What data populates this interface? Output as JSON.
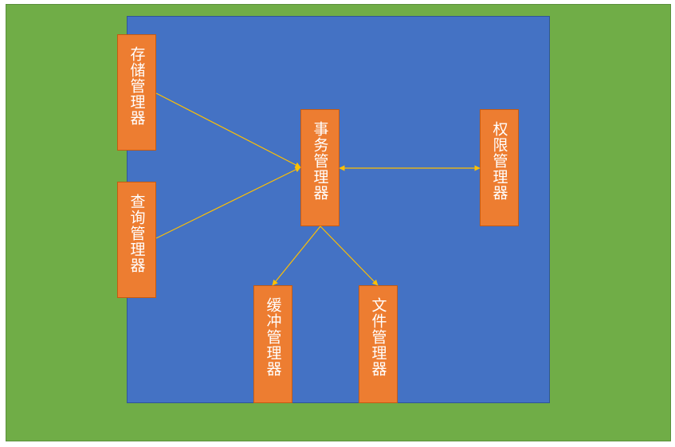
{
  "colors": {
    "outer_background": "#70ad47",
    "inner_background": "#4472c4",
    "box_fill": "#ed7d31",
    "connector": "#ffc000",
    "label_text": "#ffffff"
  },
  "boxes": {
    "storage": "存储管理器",
    "query": "查询管理器",
    "transaction": "事务管理器",
    "permission": "权限管理器",
    "buffer": "缓冲管理器",
    "file": "文件管理器"
  },
  "connections": [
    {
      "from": "storage",
      "to": "transaction",
      "arrow": "end"
    },
    {
      "from": "query",
      "to": "transaction",
      "arrow": "end"
    },
    {
      "from": "transaction",
      "to": "permission",
      "arrow": "both"
    },
    {
      "from": "transaction",
      "to": "buffer",
      "arrow": "end"
    },
    {
      "from": "transaction",
      "to": "file",
      "arrow": "end"
    }
  ]
}
